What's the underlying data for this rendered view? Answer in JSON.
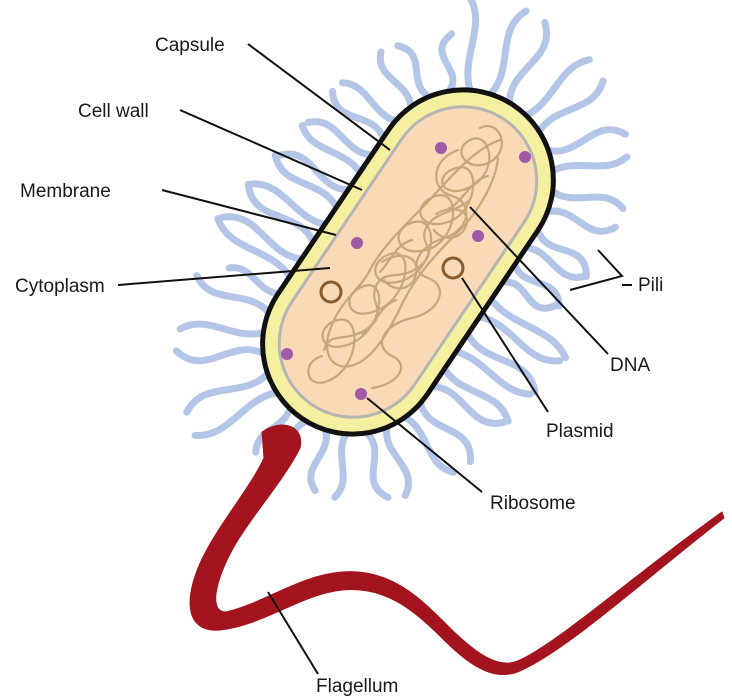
{
  "labels": {
    "capsule": "Capsule",
    "cell_wall": "Cell wall",
    "membrane": "Membrane",
    "cytoplasm": "Cytoplasm",
    "pili": "Pili",
    "dna": "DNA",
    "plasmid": "Plasmid",
    "ribosome": "Ribosome",
    "flagellum": "Flagellum"
  },
  "colors": {
    "pili": "#b3c6e8",
    "capsule": "#f5f0a0",
    "cell_wall_outline": "#111111",
    "cytoplasm": "#f9d9b6",
    "membrane": "#b5b5b5",
    "dna": "#c9a77c",
    "ribosome": "#a35aa6",
    "plasmid": "#8a5a2b",
    "flagellum": "#a3141e",
    "leader_line": "#111111"
  }
}
